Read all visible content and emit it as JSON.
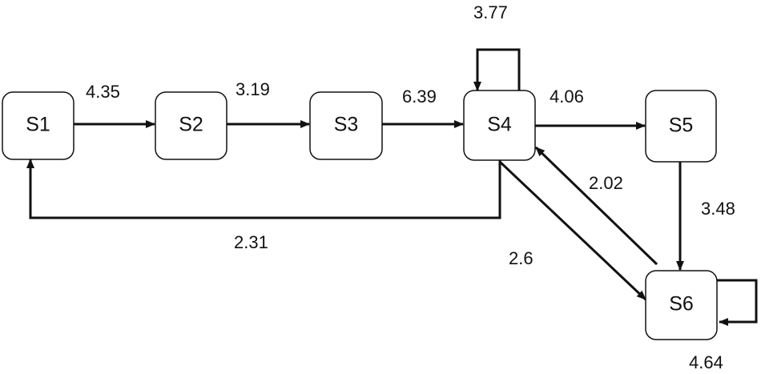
{
  "nodes": [
    {
      "id": "s1",
      "label": "S1"
    },
    {
      "id": "s2",
      "label": "S2"
    },
    {
      "id": "s3",
      "label": "S3"
    },
    {
      "id": "s4",
      "label": "S4"
    },
    {
      "id": "s5",
      "label": "S5"
    },
    {
      "id": "s6",
      "label": "S6"
    }
  ],
  "edges": [
    {
      "from": "S1",
      "to": "S2",
      "weight": "4.35"
    },
    {
      "from": "S2",
      "to": "S3",
      "weight": "3.19"
    },
    {
      "from": "S3",
      "to": "S4",
      "weight": "6.39"
    },
    {
      "from": "S4",
      "to": "S4",
      "weight": "3.77"
    },
    {
      "from": "S4",
      "to": "S5",
      "weight": "4.06"
    },
    {
      "from": "S4",
      "to": "S1",
      "weight": "2.31"
    },
    {
      "from": "S6",
      "to": "S4",
      "weight": "2.02"
    },
    {
      "from": "S4",
      "to": "S6",
      "weight": "2.6"
    },
    {
      "from": "S5",
      "to": "S6",
      "weight": "3.48"
    },
    {
      "from": "S6",
      "to": "S6",
      "weight": "4.64"
    }
  ],
  "colors": {
    "stroke": "#111111",
    "background": "#ffffff"
  }
}
